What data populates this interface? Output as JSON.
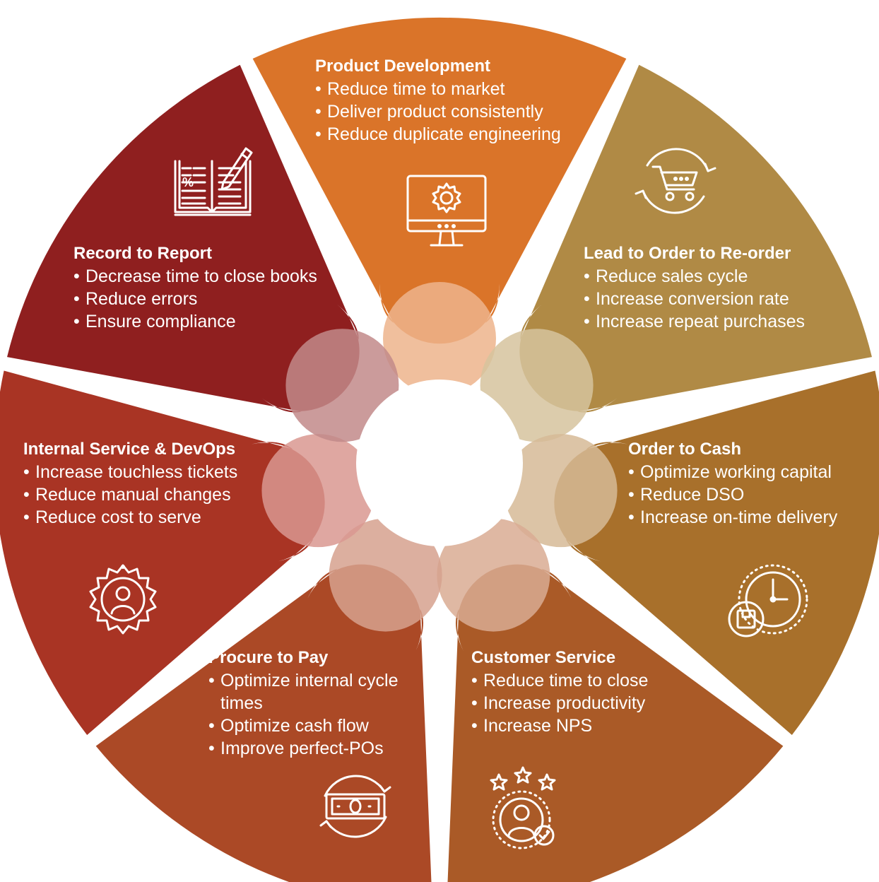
{
  "segments": [
    {
      "title": "Product Development",
      "bullets": [
        "Reduce time to market",
        "Deliver product consistently",
        "Reduce duplicate engineering"
      ],
      "color": "#DA7429",
      "lobe_color": "#EDB48C",
      "icon": "monitor-gear-icon"
    },
    {
      "title": "Lead to Order to Re-order",
      "bullets": [
        "Reduce sales cycle",
        "Increase conversion rate",
        "Increase repeat purchases"
      ],
      "color": "#B08A45",
      "lobe_color": "#D6C39E",
      "icon": "cart-cycle-icon"
    },
    {
      "title": "Order to Cash",
      "bullets": [
        "Optimize working capital",
        "Reduce DSO",
        "Increase on-time delivery"
      ],
      "color": "#A8702B",
      "lobe_color": "#D6BA97",
      "icon": "clock-box-icon"
    },
    {
      "title": "Customer Service",
      "bullets": [
        "Reduce time to close",
        "Increase productivity",
        "Increase NPS"
      ],
      "color": "#AA5A27",
      "lobe_color": "#D9AB93",
      "icon": "stars-user-icon"
    },
    {
      "title": "Procure to Pay",
      "bullets": [
        "Optimize internal cycle times",
        "Optimize cash flow",
        "Improve perfect-POs"
      ],
      "color": "#AB4926",
      "lobe_color": "#D6A18E",
      "icon": "money-cycle-icon"
    },
    {
      "title": "Internal Service & DevOps",
      "bullets": [
        "Increase touchless tickets",
        "Reduce manual changes",
        "Reduce cost to serve"
      ],
      "color": "#A93424",
      "lobe_color": "#D99890",
      "icon": "gear-user-icon"
    },
    {
      "title": "Record to Report",
      "bullets": [
        "Decrease time to close books",
        "Reduce errors",
        "Ensure compliance"
      ],
      "color": "#8F1F1F",
      "lobe_color": "#C28A89",
      "icon": "ledger-pencil-icon"
    }
  ]
}
